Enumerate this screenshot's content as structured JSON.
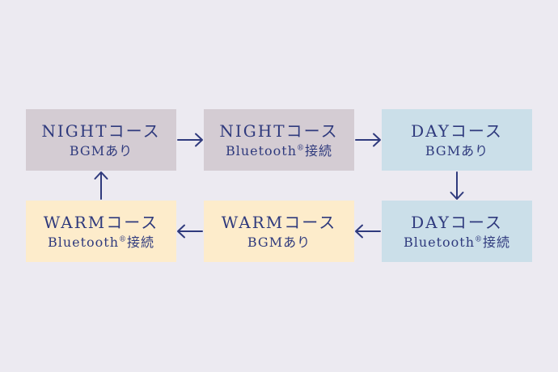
{
  "diagram": {
    "background": "#eceaf1",
    "text_color": "#2f3a7d",
    "arrow_color": "#2f3a7d",
    "colors": {
      "night": "#d4ccd3",
      "day": "#cbdfe9",
      "warm": "#fdeccb"
    },
    "boxes": [
      {
        "id": "night-bgm",
        "line1": "NIGHTコース",
        "line2": {
          "main": "BGMあり",
          "sup": "",
          "tail": ""
        }
      },
      {
        "id": "night-bt",
        "line1": "NIGHTコース",
        "line2": {
          "main": "Bluetooth",
          "sup": "®",
          "tail": "接続"
        }
      },
      {
        "id": "day-bgm",
        "line1": "DAYコース",
        "line2": {
          "main": "BGMあり",
          "sup": "",
          "tail": ""
        }
      },
      {
        "id": "day-bt",
        "line1": "DAYコース",
        "line2": {
          "main": "Bluetooth",
          "sup": "®",
          "tail": "接続"
        }
      },
      {
        "id": "warm-bgm",
        "line1": "WARMコース",
        "line2": {
          "main": "BGMあり",
          "sup": "",
          "tail": ""
        }
      },
      {
        "id": "warm-bt",
        "line1": "WARMコース",
        "line2": {
          "main": "Bluetooth",
          "sup": "®",
          "tail": "接続"
        }
      }
    ],
    "flow": [
      {
        "from": "night-bgm",
        "to": "night-bt",
        "direction": "right"
      },
      {
        "from": "night-bt",
        "to": "day-bgm",
        "direction": "right"
      },
      {
        "from": "day-bgm",
        "to": "day-bt",
        "direction": "down"
      },
      {
        "from": "day-bt",
        "to": "warm-bgm",
        "direction": "left"
      },
      {
        "from": "warm-bgm",
        "to": "warm-bt",
        "direction": "left"
      },
      {
        "from": "warm-bt",
        "to": "night-bgm",
        "direction": "up"
      }
    ]
  }
}
